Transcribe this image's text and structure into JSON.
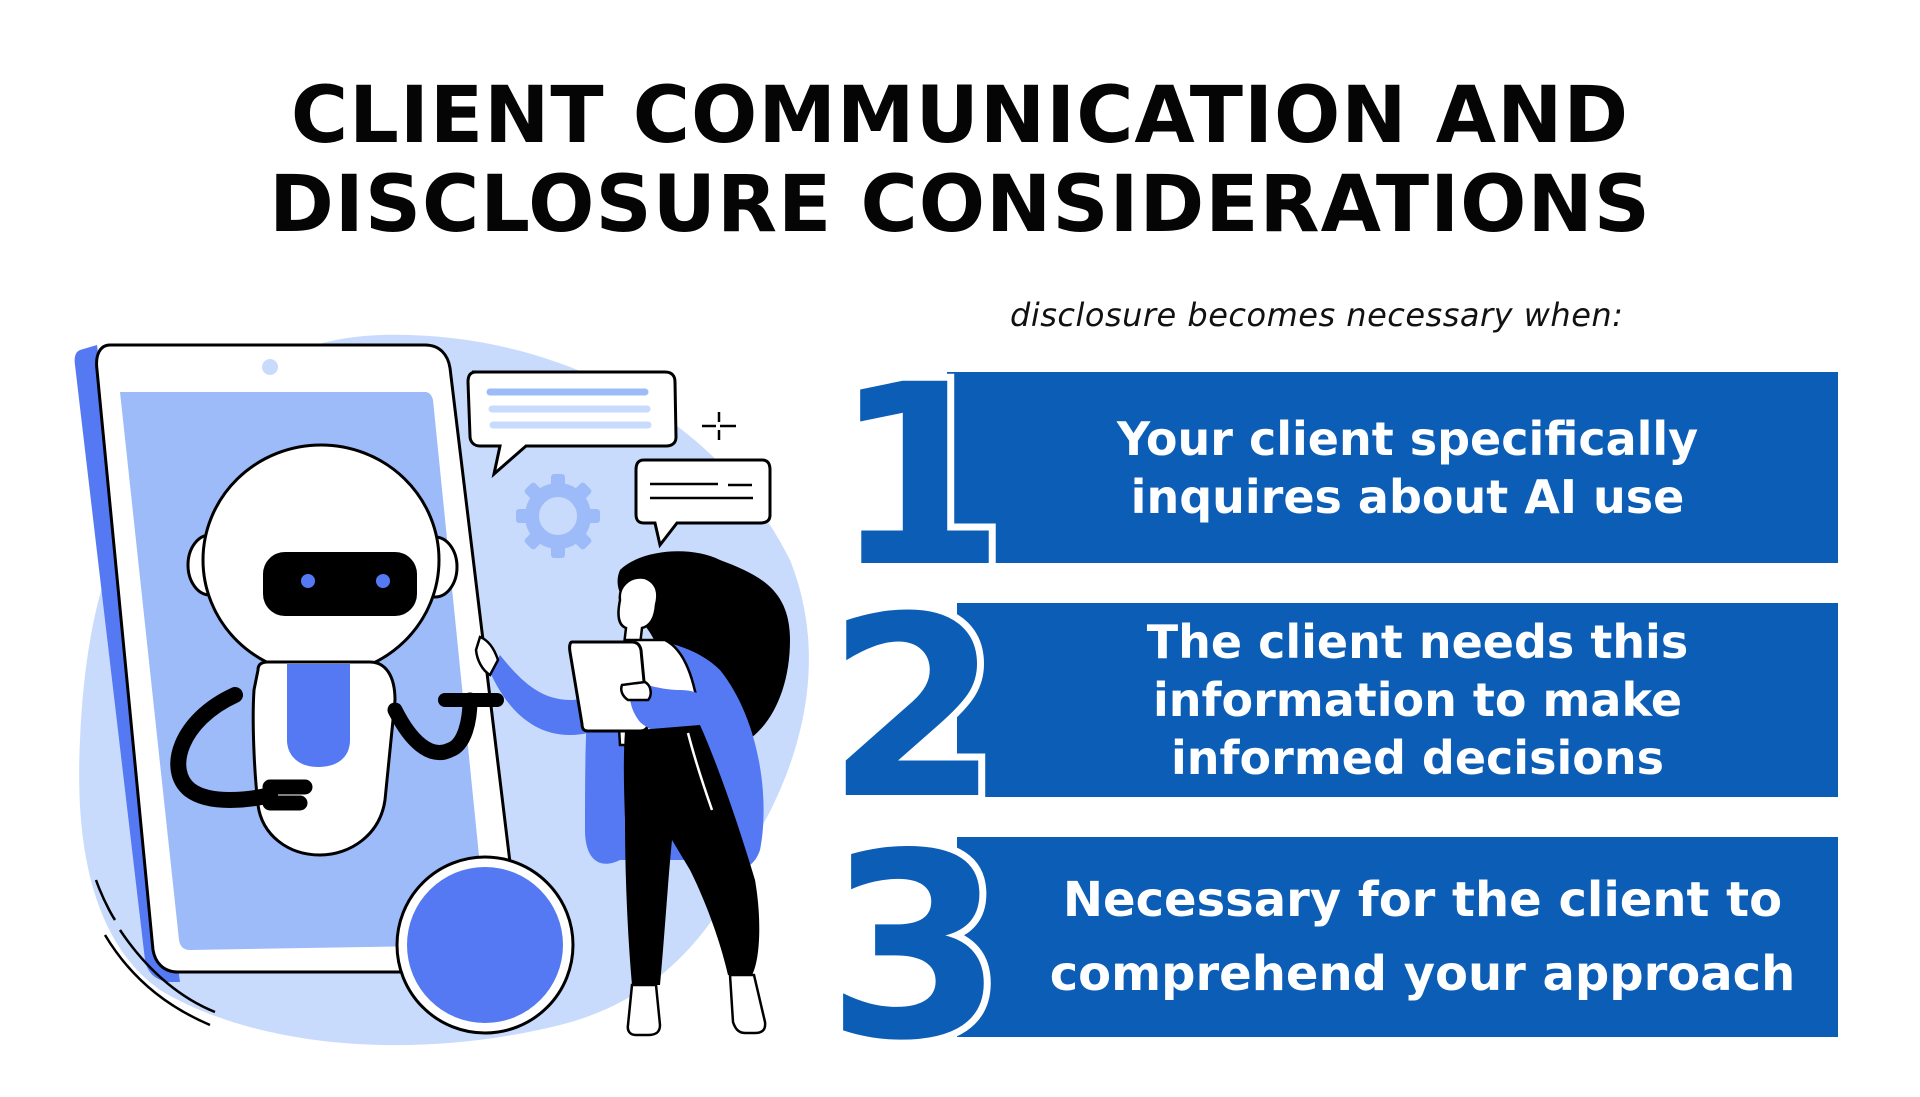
{
  "title": {
    "line1": "CLIENT COMMUNICATION AND",
    "line2": "DISCLOSURE CONSIDERATIONS"
  },
  "subtitle": "disclosure becomes necessary when:",
  "items": [
    {
      "number": "1",
      "text": "Your client specifically\ninquires about AI use"
    },
    {
      "number": "2",
      "text": "The client needs this\ninformation to make\ninformed decisions"
    },
    {
      "number": "3",
      "text": "Necessary for the client to\ncomprehend your approach"
    }
  ],
  "colors": {
    "primary_blue": "#0B5DB6",
    "illustration_blue": "#5579F2",
    "screen_blue": "#9DBBF9",
    "blob_blue": "#C9DBFC",
    "text_dark": "#050505"
  },
  "illustration": {
    "description": "Robot on a tablet screen talking with a woman holding a clipboard",
    "icons": [
      "tablet",
      "robot",
      "speech-bubble",
      "gear",
      "sparkle",
      "woman"
    ]
  }
}
